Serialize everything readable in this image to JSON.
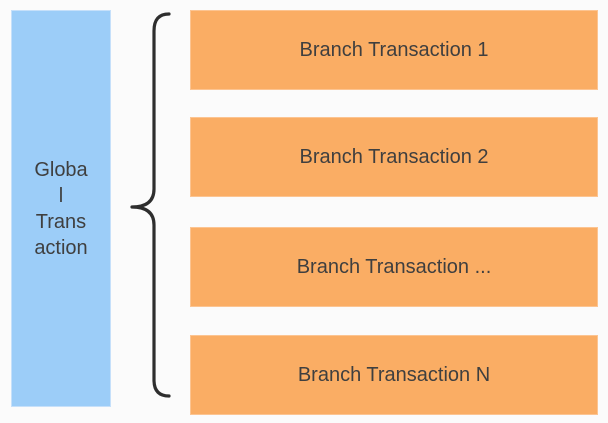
{
  "colors": {
    "background": "#FBFBFB",
    "blue_fill": "#9CCDF8",
    "orange_fill": "#FAAD64",
    "text": "#3F3F3F",
    "brace": "#2E2E2E"
  },
  "global_transaction": {
    "label": "Global Transaction",
    "lines": [
      "Globa",
      "l",
      "Trans",
      "action"
    ]
  },
  "branches": [
    {
      "label": "Branch Transaction 1"
    },
    {
      "label": "Branch Transaction 2"
    },
    {
      "label": "Branch Transaction ..."
    },
    {
      "label": "Branch Transaction N"
    }
  ]
}
